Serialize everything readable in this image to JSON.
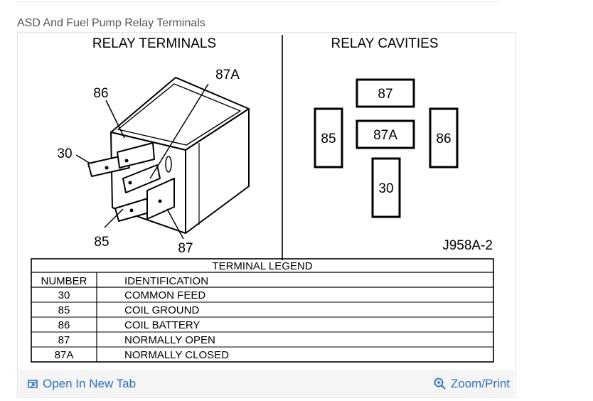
{
  "page": {
    "title": "ASD And Fuel Pump Relay Terminals"
  },
  "diagram": {
    "left_heading": "RELAY TERMINALS",
    "right_heading": "RELAY CAVITIES",
    "terminal_callouts": {
      "t86": "86",
      "t87A": "87A",
      "t30": "30",
      "t85": "85",
      "t87": "87"
    },
    "cavities": {
      "c87": "87",
      "c87A": "87A",
      "c85": "85",
      "c86": "86",
      "c30": "30"
    },
    "figure_code": "J958A-2",
    "legend": {
      "title": "TERMINAL LEGEND",
      "headers": {
        "number": "NUMBER",
        "identification": "IDENTIFICATION"
      },
      "rows": [
        {
          "number": "30",
          "identification": "COMMON FEED"
        },
        {
          "number": "85",
          "identification": "COIL GROUND"
        },
        {
          "number": "86",
          "identification": "COIL BATTERY"
        },
        {
          "number": "87",
          "identification": "NORMALLY OPEN"
        },
        {
          "number": "87A",
          "identification": "NORMALLY CLOSED"
        }
      ]
    }
  },
  "footer": {
    "open_tab": "Open In New Tab",
    "zoom_print": "Zoom/Print"
  }
}
